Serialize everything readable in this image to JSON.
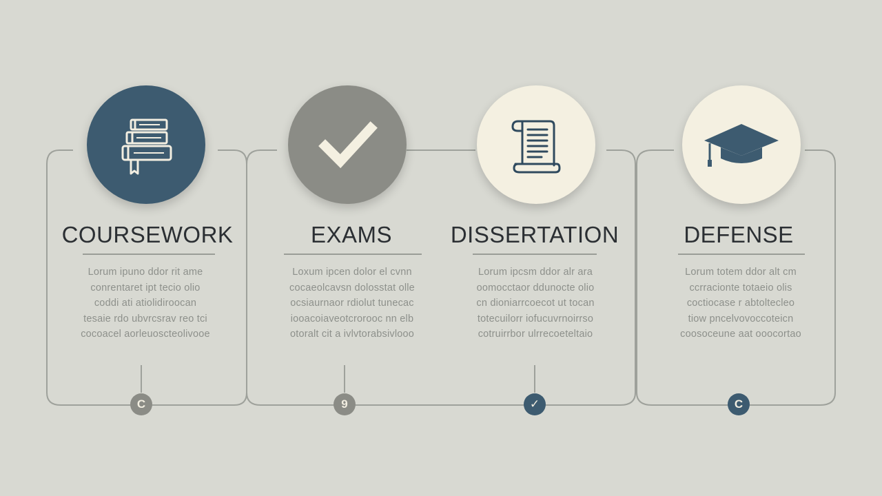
{
  "colors": {
    "background": "#d8d9d2",
    "navy": "#3d5b70",
    "gray": "#8b8c86",
    "cream": "#f4f0e1",
    "line": "#9ea19b",
    "text_dark": "#2b2f33",
    "text_muted": "#8d908b"
  },
  "steps": [
    {
      "title": "COURSEWORK",
      "icon": "stacked-books-icon",
      "description": [
        "Lorum ipuno ddor rit ame",
        "conrentaret ipt tecio olio",
        "coddi ati atiolidiroocan",
        "tesaie rdo ubvrcsrav reo tci",
        "cocoacel aorleuoscteolivooe"
      ],
      "marker_label": "C",
      "marker_color": "#8b8c86"
    },
    {
      "title": "EXAMS",
      "icon": "checkmark-icon",
      "description": [
        "Loxum ipcen dolor el cvnn",
        "cocaeolcavsn dolosstat olle",
        "ocsiaurnaor rdiolut tunecac",
        "iooacoiaveotcrorooc nn elb",
        "otoralt cit a ivlvtorabsivlooo"
      ],
      "marker_label": "9",
      "marker_color": "#8b8c86"
    },
    {
      "title": "DISSERTATION",
      "icon": "scroll-document-icon",
      "description": [
        "Lorum ipcsm ddor alr ara",
        "oomocctaor ddunocte olio",
        "cn dioniarrcoecot ut tocan",
        "totecuilorr iofucuvrnoirrso",
        "cotruirrbor ulrrecoeteltaio"
      ],
      "marker_label": "✓",
      "marker_color": "#3d5b70"
    },
    {
      "title": "DEFENSE",
      "icon": "graduation-cap-icon",
      "description": [
        "Lorum totem ddor alt cm",
        "ccrracionte totaeio olis",
        "coctiocase r abtoltecleo",
        "tiow pncelvovoccoteicn",
        "coosoceune aat ooocortao"
      ],
      "marker_label": "C",
      "marker_color": "#3d5b70"
    }
  ]
}
